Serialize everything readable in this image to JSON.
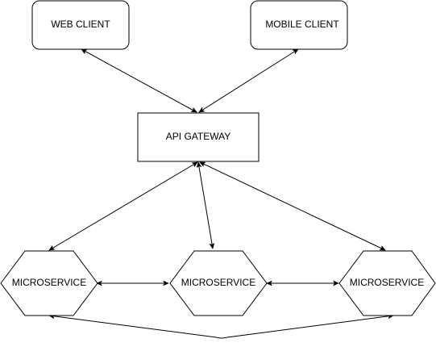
{
  "nodes": {
    "web_client": "WEB CLIENT",
    "mobile_client": "MOBILE CLIENT",
    "api_gateway": "API GATEWAY",
    "microservice_left": "MICROSERVICE",
    "microservice_center": "MICROSERVICE",
    "microservice_right": "MICROSERVICE"
  },
  "edges": [
    {
      "from": "web_client",
      "to": "api_gateway",
      "direction": "both"
    },
    {
      "from": "mobile_client",
      "to": "api_gateway",
      "direction": "both"
    },
    {
      "from": "api_gateway",
      "to": "microservice_left",
      "direction": "both"
    },
    {
      "from": "api_gateway",
      "to": "microservice_center",
      "direction": "both"
    },
    {
      "from": "api_gateway",
      "to": "microservice_right",
      "direction": "both"
    },
    {
      "from": "microservice_left",
      "to": "microservice_center",
      "direction": "both"
    },
    {
      "from": "microservice_center",
      "to": "microservice_right",
      "direction": "both"
    },
    {
      "from": "microservice_left",
      "to": "microservice_right",
      "direction": "both"
    }
  ]
}
